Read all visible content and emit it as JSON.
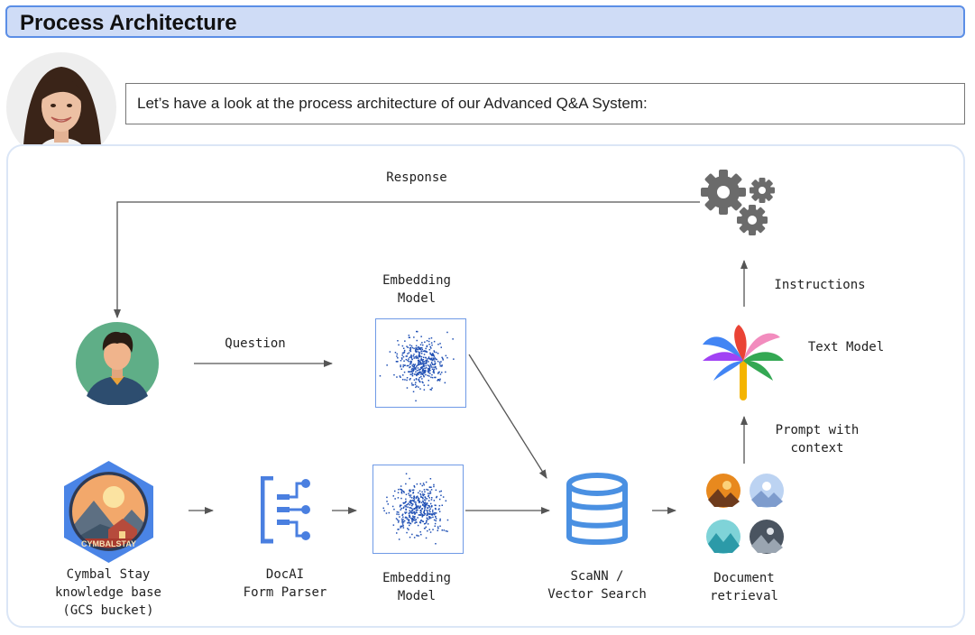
{
  "header": {
    "title": "Process Architecture"
  },
  "presenter": {
    "speech": "Let’s have a look at the process architecture of our Advanced Q&A System:"
  },
  "diagram": {
    "response_label": "Response",
    "question_label": "Question",
    "instructions_label": "Instructions",
    "text_model_label": "Text Model",
    "prompt_label": [
      "Prompt with",
      "context"
    ],
    "embedding_model_top": [
      "Embedding",
      "Model"
    ],
    "embedding_model_bottom": [
      "Embedding",
      "Model"
    ],
    "knowledge_base": [
      "Cymbal Stay",
      "knowledge base",
      "(GCS bucket)"
    ],
    "knowledge_logo_text": "CYMBALSTAY",
    "docai": [
      "DocAI",
      "Form Parser"
    ],
    "scann": [
      "ScaNN /",
      "Vector Search"
    ],
    "retrieval": [
      "Document",
      "retrieval"
    ]
  },
  "colors": {
    "header_bg": "#cfdcf6",
    "header_border": "#5b8ee6",
    "arrow": "#555555",
    "database": "#4a90e2",
    "docai": "#4a7fe0",
    "gear": "#6b6b6b",
    "scatter_point": "#1f4fb4"
  },
  "icons": [
    "user-avatar-icon",
    "gear-icon",
    "palm-model-icon",
    "database-icon",
    "docai-icon",
    "scatter-plot-icon",
    "document-thumbnail-icon"
  ]
}
